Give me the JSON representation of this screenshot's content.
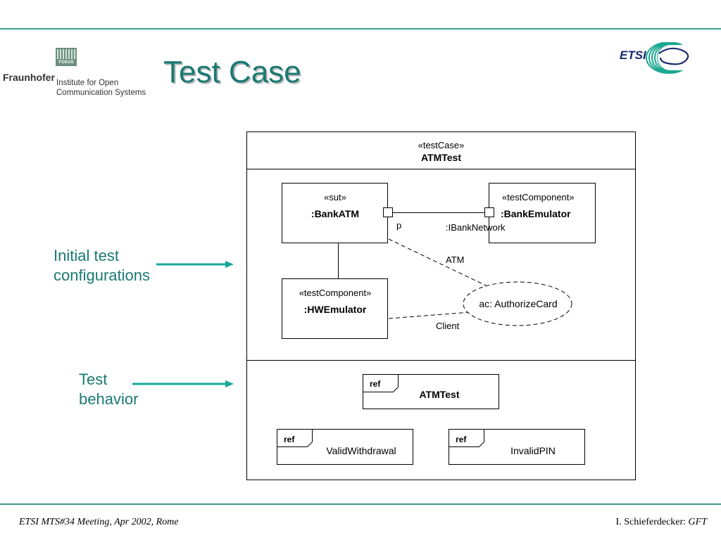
{
  "header": {
    "title": "Test Case",
    "logo_fraunhofer": "Fraunhofer",
    "logo_fokus": "FOKUS",
    "logo_institute_line1": "Institute for Open",
    "logo_institute_line2": "Communication Systems",
    "logo_etsi": "ETSI"
  },
  "side_labels": {
    "initial_line1": "Initial test",
    "initial_line2": "configurations",
    "behavior_line1": "Test",
    "behavior_line2": "behavior"
  },
  "diagram": {
    "frame_stereotype": "«testCase»",
    "frame_name": "ATMTest",
    "bank_atm_stereotype": "«sut»",
    "bank_atm_name": ":BankATM",
    "bank_emulator_stereotype": "«testComponent»",
    "bank_emulator_name": ":BankEmulator",
    "hw_emulator_stereotype": "«testComponent»",
    "hw_emulator_name": ":HWEmulator",
    "port_label": "p",
    "interface_label": ":IBankNetwork",
    "atm_role_label": "ATM",
    "collab_label": "ac: AuthorizeCard",
    "client_role_label": "Client",
    "ref_tag": "ref",
    "ref_main": "ATMTest",
    "ref_left": "ValidWithdrawal",
    "ref_right": "InvalidPIN"
  },
  "footer": {
    "left": "ETSI MTS#34 Meeting, Apr 2002, Rome",
    "right_name": "I. Schieferdecker: ",
    "right_org": "GFT"
  },
  "colors": {
    "teal": "#1a7a72",
    "rule": "#3f9b8f",
    "arrow": "#17a89a"
  }
}
